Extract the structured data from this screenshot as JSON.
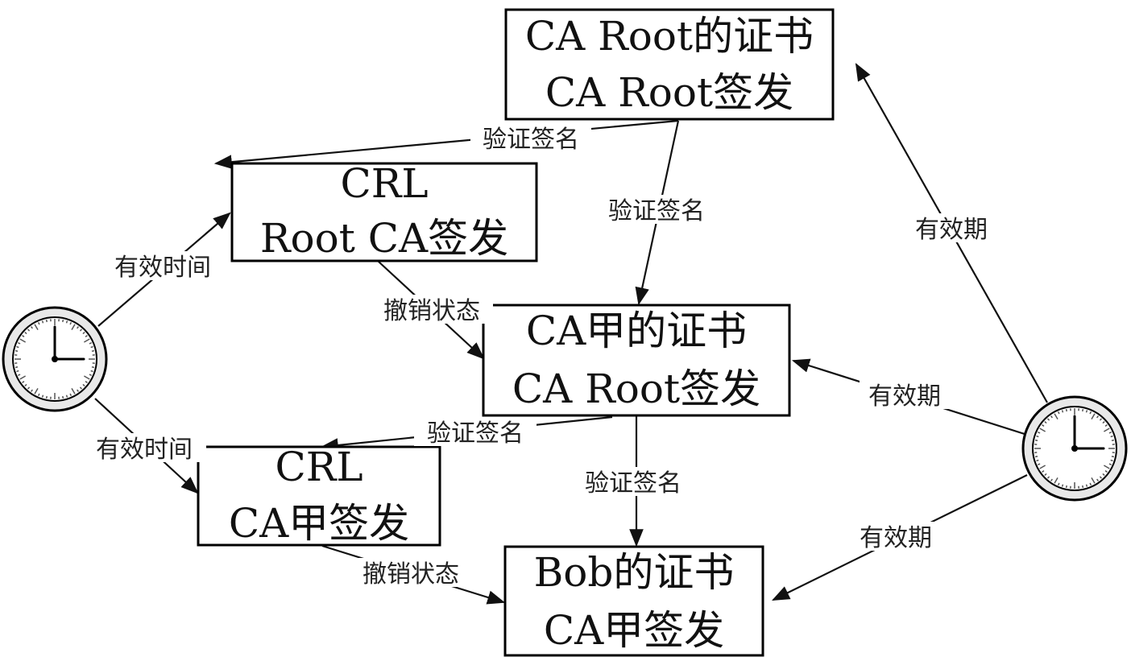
{
  "nodes": {
    "ca_root_cert": {
      "line1": "CA Root的证书",
      "line2": "CA Root签发"
    },
    "crl_root": {
      "line1": "CRL",
      "line2": "Root CA签发"
    },
    "ca_jia_cert": {
      "line1": "CA甲的证书",
      "line2": "CA Root签发"
    },
    "crl_jia": {
      "line1": "CRL",
      "line2": "CA甲签发"
    },
    "bob_cert": {
      "line1": "Bob的证书",
      "line2": "CA甲签发"
    }
  },
  "edges": {
    "verify_sig": "验证签名",
    "revoke_status": "撤销状态",
    "valid_time": "有效时间",
    "validity_period": "有效期"
  },
  "icons": {
    "left_clock": "clock-icon",
    "right_clock": "clock-icon"
  }
}
